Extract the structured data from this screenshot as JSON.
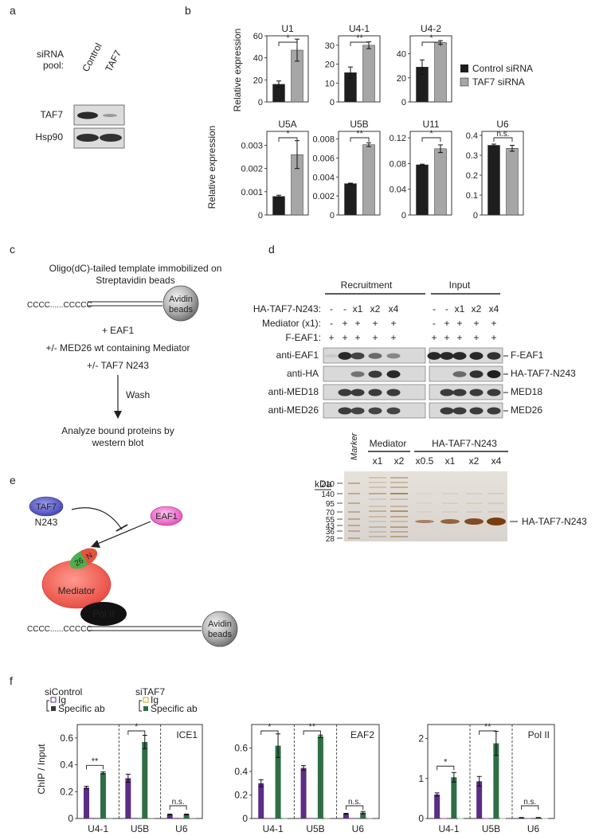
{
  "panels": {
    "a": {
      "letter": "a",
      "header_l1": "siRNA",
      "header_l2": "pool:",
      "col_labels": [
        "Control",
        "TAF7"
      ],
      "rows": [
        "TAF7",
        "Hsp90"
      ]
    },
    "b": {
      "letter": "b",
      "ylabel": "Relative expression",
      "legend": [
        "Control siRNA",
        "TAF7 siRNA"
      ],
      "colors": {
        "control": "#1e1e1e",
        "taf7": "#a6a6a6"
      },
      "charts": [
        {
          "title": "U1",
          "ticks": [
            "0",
            "20",
            "40",
            "60"
          ],
          "ymax": 60,
          "values": [
            16,
            47
          ],
          "errors": [
            3,
            10
          ],
          "sig": "*"
        },
        {
          "title": "U4-1",
          "ticks": [
            "0",
            "10",
            "20",
            "30"
          ],
          "ymax": 35,
          "values": [
            15.5,
            30
          ],
          "errors": [
            3,
            1.8
          ],
          "sig": "**"
        },
        {
          "title": "U4-2",
          "ticks": [
            "0",
            "20",
            "40"
          ],
          "ymax": 55,
          "values": [
            29,
            49.5
          ],
          "errors": [
            6,
            1.5
          ],
          "sig": "*"
        },
        {
          "title": "U5A",
          "ticks": [
            "0",
            "0.001",
            "0.002",
            "0.003"
          ],
          "ymax": 0.0036,
          "values": [
            0.0008,
            0.0026
          ],
          "errors": [
            5e-05,
            0.0006
          ],
          "sig": "*"
        },
        {
          "title": "U5B",
          "ticks": [
            "0",
            "0.002",
            "0.004",
            "0.006",
            "0.008"
          ],
          "ymax": 0.0088,
          "values": [
            0.0033,
            0.0074
          ],
          "errors": [
            5e-05,
            0.0002
          ],
          "sig": "**"
        },
        {
          "title": "U11",
          "ticks": [
            "0",
            "0.04",
            "0.08",
            "0.12"
          ],
          "ymax": 0.13,
          "values": [
            0.078,
            0.103
          ],
          "errors": [
            0.001,
            0.006
          ],
          "sig": "*"
        },
        {
          "title": "U6",
          "ticks": [
            "0",
            "0.1",
            "0.2",
            "0.3",
            "0.4"
          ],
          "ymax": 0.42,
          "values": [
            0.35,
            0.335
          ],
          "errors": [
            0.006,
            0.015
          ],
          "sig": "n.s."
        }
      ]
    },
    "c": {
      "letter": "c",
      "title_l1": "Oligo(dC)-tailed template immobilized on",
      "title_l2": "Streptavidin beads",
      "template_l": "CCCC......CCCCC",
      "bead_l1": "Avidin",
      "bead_l2": "beads",
      "step1": "+ EAF1",
      "step2": "+/- MED26 wt containing Mediator",
      "step3": "+/- TAF7 N243",
      "wash": "Wash",
      "analyze_l1": "Analyze bound proteins by",
      "analyze_l2": "western blot"
    },
    "d": {
      "letter": "d",
      "groups": [
        "Recruitment",
        "Input"
      ],
      "row_labels": [
        "HA-TAF7-N243:",
        "Mediator (x1):",
        "F-EAF1:"
      ],
      "rows": [
        [
          "-",
          "-",
          "x1",
          "x2",
          "x4",
          "-",
          "-",
          "x1",
          "x2",
          "x4"
        ],
        [
          "-",
          "+",
          "+",
          "+",
          "+",
          "-",
          "+",
          "+",
          "+",
          "+"
        ],
        [
          "+",
          "+",
          "+",
          "+",
          "+",
          "+",
          "+",
          "+",
          "+",
          "+"
        ]
      ],
      "blot_labels": [
        "anti-EAF1",
        "anti-HA",
        "anti-MED18",
        "anti-MED26"
      ],
      "blot_targets": [
        "F-EAF1",
        "HA-TAF7-N243",
        "MED18",
        "MED26"
      ],
      "gel_marker": "Marker",
      "gel_groups": [
        "Mediator",
        "HA-TAF7-N243"
      ],
      "gel_lanes": [
        "x1",
        "x2",
        "x0.5",
        "x1",
        "x2",
        "x4"
      ],
      "kda": "kDa",
      "kda_ticks": [
        "210",
        "140",
        "95",
        "70",
        "55",
        "43",
        "36",
        "28"
      ],
      "gel_band_label": "HA-TAF7-N243"
    },
    "e": {
      "letter": "e",
      "taf7": "TAF7",
      "n243": "N243",
      "eaf1": "EAF1",
      "med26_num": "26",
      "med26_n": "N",
      "mediator": "Mediator",
      "pol2": "Pol II",
      "template_l": "CCCC......CCCCC",
      "bead_l1": "Avidin",
      "bead_l2": "beads"
    },
    "f": {
      "letter": "f",
      "legend_group1": "siControl",
      "legend_group2": "siTAF7",
      "ig": "Ig",
      "specific": "Specific ab",
      "ylabel": "ChIP / Input",
      "categories": [
        "U4-1",
        "U5B",
        "U6"
      ],
      "colors": {
        "ig_control": "#7c5796",
        "specific_control": "#5c2d86",
        "ig_taf7": "#9bb59c",
        "specific_taf7": "#2e6e45"
      },
      "charts": [
        {
          "title": "ICE1",
          "ticks": [
            "0",
            "0.2",
            "0.4",
            "0.6"
          ],
          "ymax": 0.7,
          "values": [
            [
              0.23,
              0.005,
              0.34,
              0.005
            ],
            [
              0.3,
              0.005,
              0.57,
              0.005
            ],
            [
              0.03,
              0.005,
              0.03,
              0.005
            ]
          ],
          "errors": [
            [
              0.01,
              0,
              0.008,
              0
            ],
            [
              0.03,
              0,
              0.05,
              0
            ],
            [
              0.003,
              0,
              0.003,
              0
            ]
          ],
          "sig": [
            "**",
            "*",
            "n.s."
          ]
        },
        {
          "title": "EAF2",
          "ticks": [
            "0",
            "0.2",
            "0.4",
            "0.6"
          ],
          "ymax": 0.8,
          "values": [
            [
              0.3,
              0.005,
              0.62,
              0.005
            ],
            [
              0.43,
              0.005,
              0.7,
              0.005
            ],
            [
              0.04,
              0.005,
              0.05,
              0.005
            ]
          ],
          "errors": [
            [
              0.03,
              0,
              0.1,
              0
            ],
            [
              0.02,
              0,
              0.01,
              0
            ],
            [
              0.004,
              0,
              0.01,
              0
            ]
          ],
          "sig": [
            "*",
            "**",
            "n.s."
          ]
        },
        {
          "title": "Pol II",
          "ticks": [
            "0",
            "1",
            "2"
          ],
          "ymax": 2.35,
          "values": [
            [
              0.6,
              0.01,
              1.03,
              0.01
            ],
            [
              0.93,
              0.01,
              1.88,
              0.01
            ],
            [
              0.02,
              0.01,
              0.02,
              0.01
            ]
          ],
          "errors": [
            [
              0.04,
              0,
              0.12,
              0
            ],
            [
              0.12,
              0,
              0.3,
              0
            ],
            [
              0.005,
              0,
              0.005,
              0
            ]
          ],
          "sig": [
            "*",
            "**",
            "n.s."
          ]
        }
      ]
    }
  }
}
